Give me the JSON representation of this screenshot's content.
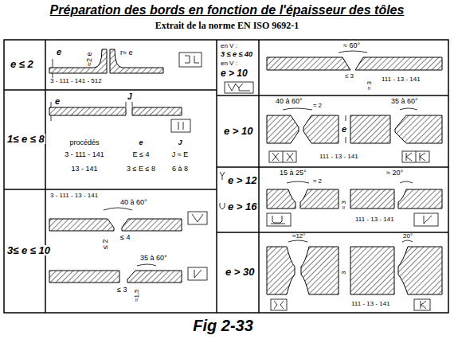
{
  "diagram": {
    "title": "Préparation des bords en fonction de l'épaisseur des tôles",
    "caption": "Fig 2-33",
    "labels": [
      "Extrait de la norme EN ISO 9692-1",
      "e ≤ 2",
      "e",
      "≈2 e",
      "r≈ e",
      "3 - 111 - 141 - 512",
      "1≤ e ≤ 8",
      "e",
      "J",
      "procédés",
      "e",
      "J",
      "3 - 111 - 141",
      "E ≤ 4",
      "J ≈ E",
      "13 - 141",
      "3 ≤ E ≤ 8",
      "6 à 8",
      "3≤ e ≤ 10",
      "3 - 111 - 13 - 141",
      "40 à 60°",
      "≤ 4",
      "≤ 2",
      "35 à 60°",
      "≤ 3",
      "≈1,5",
      "en V :",
      "3 ≤ e ≤ 40",
      "en V :",
      "e > 10",
      "≈ 60°",
      "≤ 3",
      "≈ 3",
      "111 - 13 - 141",
      "e > 10",
      "40 à 60°",
      "≈ 2",
      "e",
      "35 à 60°",
      "111 - 13 - 141",
      "e > 12",
      "e > 16",
      "15 à 25°",
      "≈ 2",
      "≈ 20°",
      "≈ 3",
      "111 - 13 - 141",
      "e > 30",
      "≈12°",
      "20°",
      "3",
      "111 - 13 - 141"
    ]
  }
}
